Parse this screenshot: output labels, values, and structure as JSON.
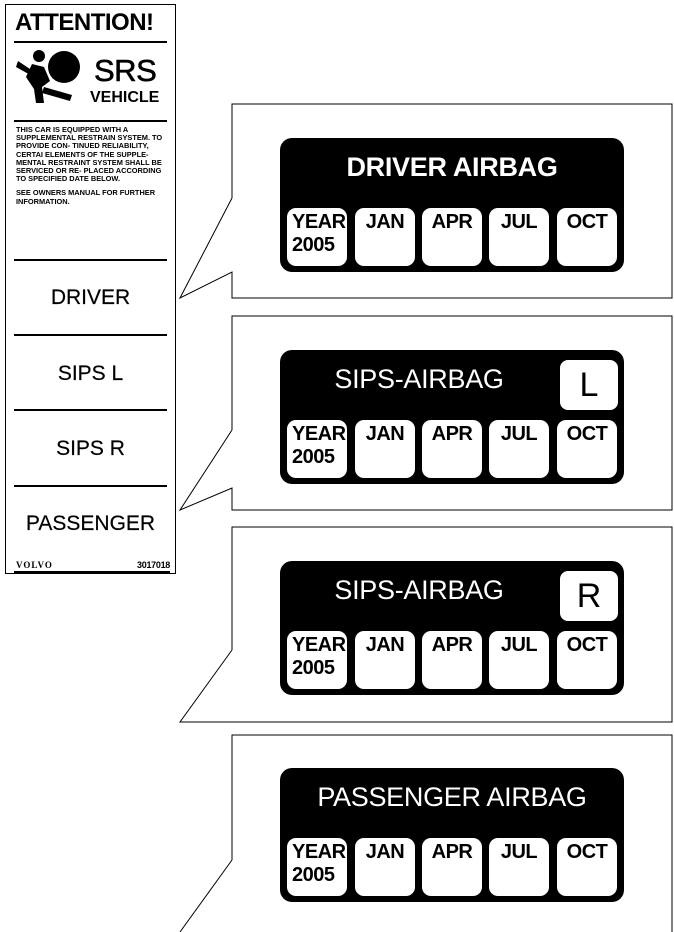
{
  "label": {
    "attention": "ATTENTION!",
    "srs": "SRS",
    "vehicle": "VEHICLE",
    "text1": "THIS CAR IS EQUIPPED WITH A SUPPLEMENTAL RESTRAIN SYSTEM. TO PROVIDE CON- TINUED RELIABILITY, CERTAI ELEMENTS OF THE SUPPLE- MENTAL RESTRAINT SYSTEM SHALL BE SERVICED OR RE- PLACED ACCORDING TO SPECIFIED DATE BELOW.",
    "text2": "SEE OWNERS MANUAL FOR FURTHER INFORMATION.",
    "positions": [
      "DRIVER",
      "SIPS L",
      "SIPS R",
      "PASSENGER"
    ],
    "brand": "VOLVO",
    "code": "3017018"
  },
  "stickers": [
    {
      "title": "DRIVER AIRBAG",
      "side": "",
      "cells": [
        "YEAR 2005",
        "JAN",
        "APR",
        "JUL",
        "OCT"
      ]
    },
    {
      "title": "SIPS-AIRBAG",
      "side": "L",
      "cells": [
        "YEAR 2005",
        "JAN",
        "APR",
        "JUL",
        "OCT"
      ]
    },
    {
      "title": "SIPS-AIRBAG",
      "side": "R",
      "cells": [
        "YEAR 2005",
        "JAN",
        "APR",
        "JUL",
        "OCT"
      ]
    },
    {
      "title": "PASSENGER AIRBAG",
      "side": "",
      "cells": [
        "YEAR 2005",
        "JAN",
        "APR",
        "JUL",
        "OCT"
      ]
    }
  ]
}
